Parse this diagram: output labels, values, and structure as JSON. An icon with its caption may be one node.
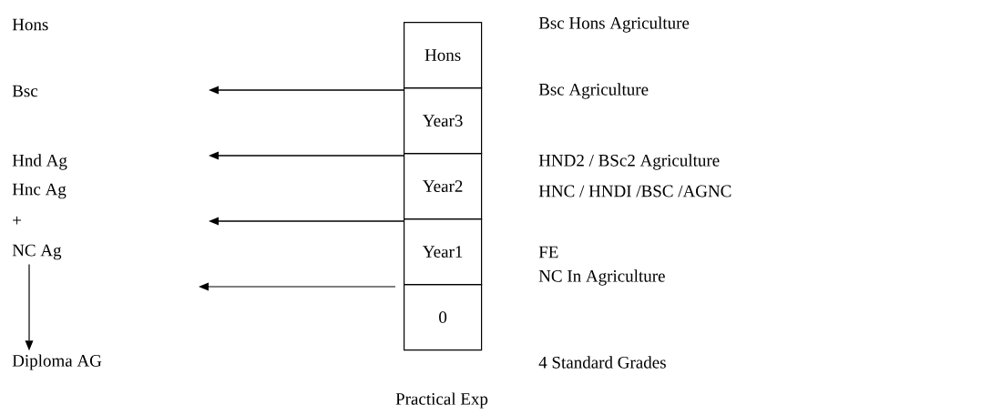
{
  "diagram": {
    "nodes": [
      {
        "text": [
          "Hons"
        ]
      },
      {
        "text": [
          "Year3"
        ]
      },
      {
        "text": [
          "Year2"
        ]
      },
      {
        "text": [
          "Year1"
        ]
      },
      {
        "text": [
          "0"
        ]
      },
      {
        "text": [
          "Bsc"
        ]
      },
      {
        "text": [
          "Hnd Ag"
        ]
      },
      {
        "text": [
          "+"
        ]
      },
      {
        "text": [
          "NC Ag"
        ]
      },
      {
        "text": [
          "Diploma AG"
        ]
      }
    ],
    "edges": [
      {
        "from": 1,
        "to": null,
        "arrow": "to"
      },
      {
        "from": 2,
        "to": null,
        "arrow": "to"
      },
      {
        "from": 3,
        "to": null,
        "arrow": "to"
      },
      {
        "from": 4,
        "to": null,
        "arrow": "to"
      },
      {
        "from": 8,
        "to": 9,
        "arrow": "to"
      }
    ],
    "labels": [
      "Hons",
      "Bsc Hons Agriculture",
      "Bsc Agriculture",
      "HND2 / BSc2  Agriculture",
      "Hnc Ag",
      "HNC / HNDI /BSC /AGNC",
      "FE",
      "NC In Agriculture",
      "4 Standard Grades",
      "Practical Exp"
    ]
  }
}
